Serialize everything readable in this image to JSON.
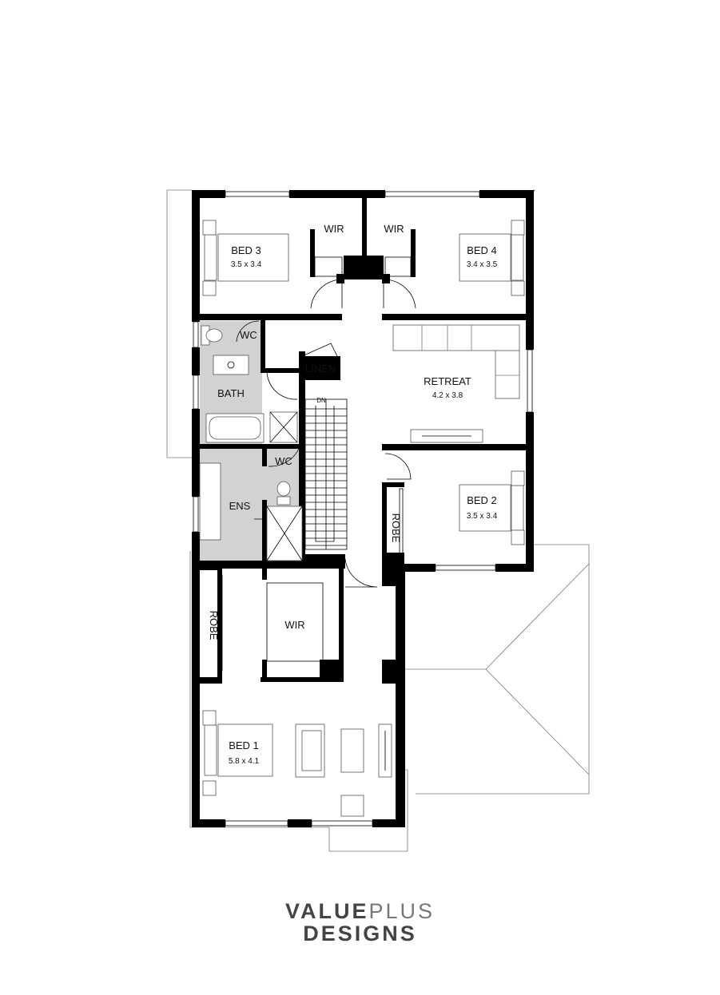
{
  "rooms": {
    "bed3": {
      "name": "BED 3",
      "size": "3.5 x 3.4"
    },
    "bed4": {
      "name": "BED 4",
      "size": "3.4 x 3.5"
    },
    "retreat": {
      "name": "RETREAT",
      "size": "4.2 x 3.8"
    },
    "bed2": {
      "name": "BED 2",
      "size": "3.5 x 3.4"
    },
    "bed1": {
      "name": "BED 1",
      "size": "5.8 x 4.1"
    },
    "wir_left": "WIR",
    "wir_right": "WIR",
    "wir_master": "WIR",
    "wc_upper": "WC",
    "wc_ens": "WC",
    "linen": "LINEN",
    "bath": "BATH",
    "ens": "ENS",
    "robe_bed2": "ROBE",
    "robe_bed1": "ROBE",
    "stair": "DN"
  },
  "logo": {
    "line1_bold": "VALUE",
    "line1_light": "PLUS",
    "line2": "DESIGNS"
  },
  "colors": {
    "wall": "#000000",
    "wet_area": "#d2d2d2",
    "logo": "#444444"
  }
}
